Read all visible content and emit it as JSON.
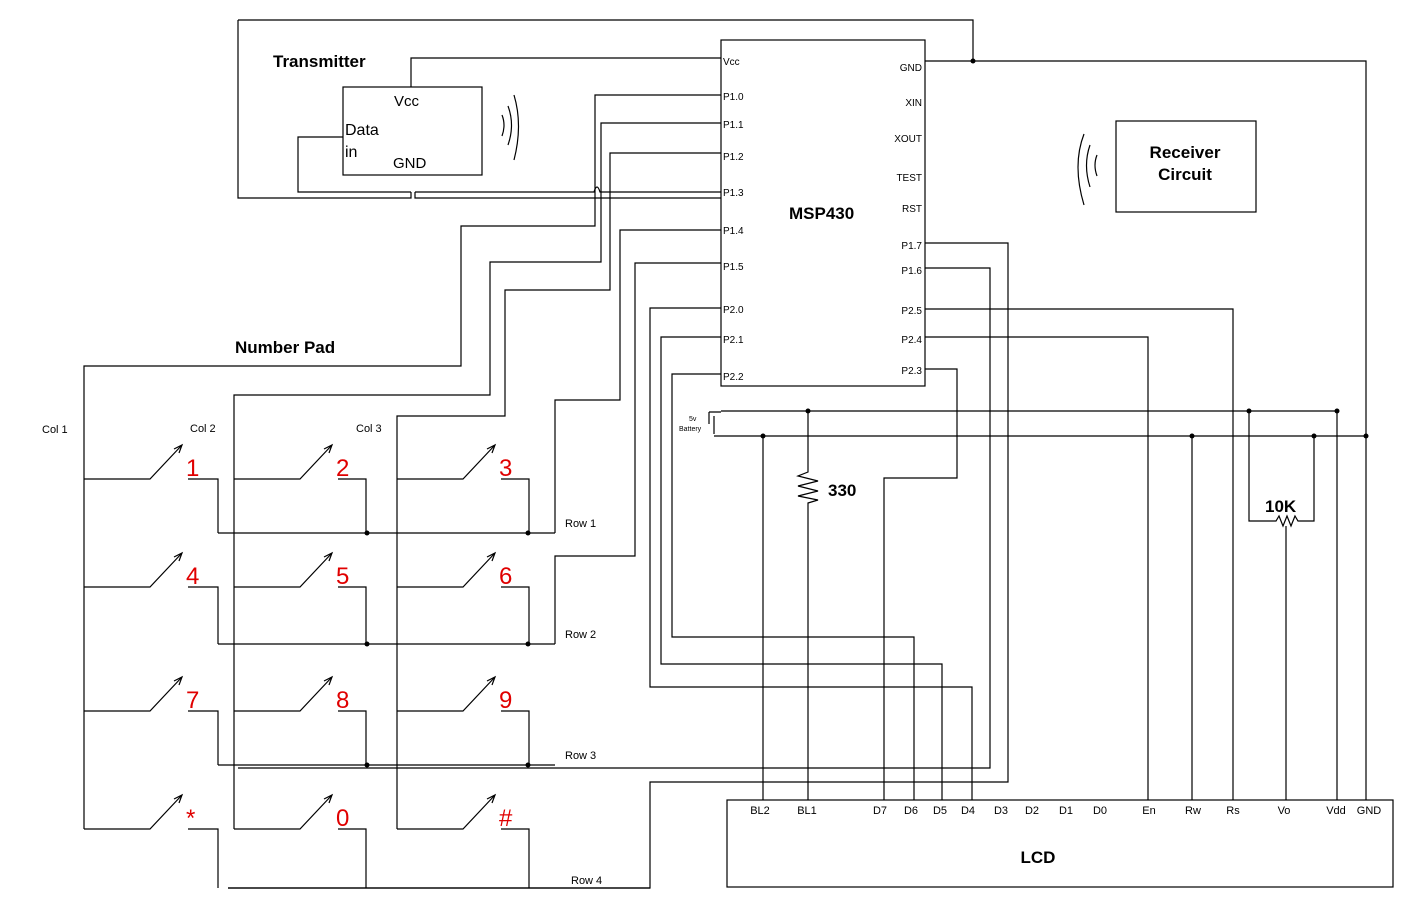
{
  "labels": {
    "transmitter": "Transmitter",
    "tx_vcc": "Vcc",
    "tx_data_line1": "Data",
    "tx_data_line2": "in",
    "tx_gnd": "GND",
    "mcu": "MSP430",
    "receiver_line1": "Receiver",
    "receiver_line2": "Circuit",
    "number_pad": "Number Pad",
    "battery_line1": "5v",
    "battery_line2": "Battery",
    "resistor_330": "330",
    "resistor_10k": "10K",
    "lcd": "LCD"
  },
  "mcu_pins_left": [
    "Vcc",
    "P1.0",
    "P1.1",
    "P1.2",
    "P1.3",
    "P1.4",
    "P1.5",
    "P2.0",
    "P2.1",
    "P2.2"
  ],
  "mcu_pins_right": [
    "GND",
    "XIN",
    "XOUT",
    "TEST",
    "RST",
    "P1.7",
    "P1.6",
    "P2.5",
    "P2.4",
    "P2.3"
  ],
  "columns": [
    "Col 1",
    "Col 2",
    "Col 3"
  ],
  "rows": [
    "Row 1",
    "Row 2",
    "Row 3",
    "Row 4"
  ],
  "keys": [
    "1",
    "2",
    "3",
    "4",
    "5",
    "6",
    "7",
    "8",
    "9",
    "*",
    "0",
    "#"
  ],
  "lcd_pins": [
    "BL2",
    "BL1",
    "D7",
    "D6",
    "D5",
    "D4",
    "D3",
    "D2",
    "D1",
    "D0",
    "En",
    "Rw",
    "Rs",
    "Vo",
    "Vdd",
    "GND"
  ],
  "colors": {
    "wire": "#000000",
    "key_label": "#e00000",
    "background": "#ffffff"
  }
}
